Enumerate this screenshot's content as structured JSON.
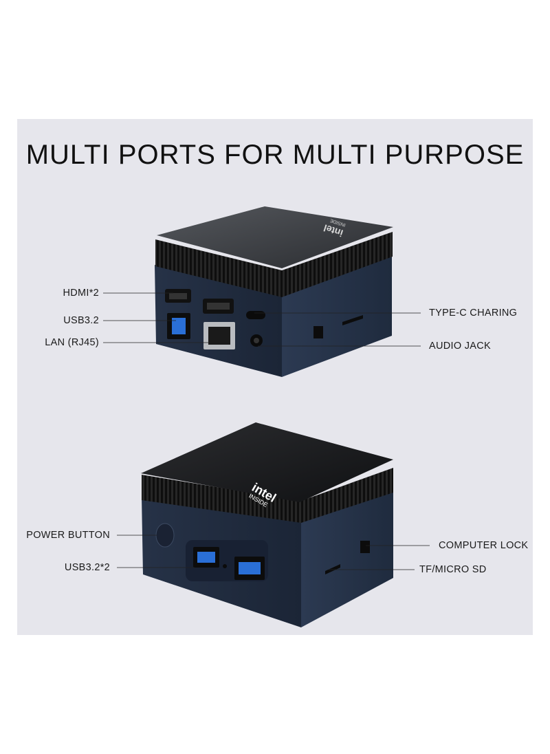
{
  "headline": "MULTI PORTS FOR MULTI PURPOSE",
  "top_unit": {
    "logo_text": "intel",
    "logo_sub": "INSIDE",
    "callouts": {
      "hdmi": "HDMI*2",
      "usb": "USB3.2",
      "lan": "LAN (RJ45)",
      "typec": "TYPE-C CHARING",
      "audio": "AUDIO JACK"
    }
  },
  "bottom_unit": {
    "logo_text": "intel",
    "logo_sub": "INSIDE",
    "callouts": {
      "power": "POWER BUTTON",
      "usb": "USB3.2*2",
      "lock": "COMPUTER LOCK",
      "sd": "TF/MICRO SD"
    }
  },
  "colors": {
    "background": "#e6e6ec",
    "chassis": "#1e2a3d",
    "top_lid": "#2a2d31",
    "vents": "#1a1a1a",
    "usb_blue": "#2a6fd6"
  }
}
